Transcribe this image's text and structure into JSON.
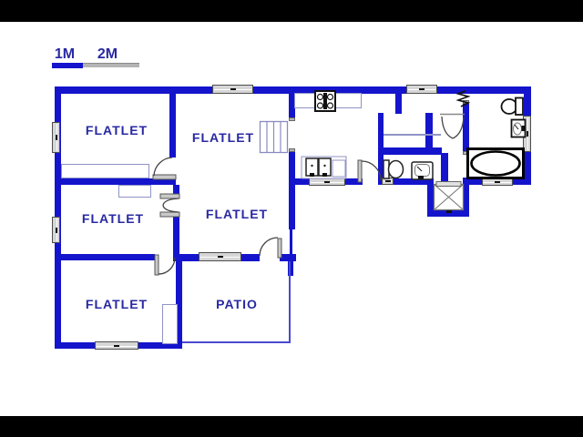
{
  "title": "floor plan",
  "colors": {
    "wall_blue": "#1414cc",
    "label_navy": "#2929a3",
    "thin_blue": "#8f93c6",
    "scale_gray": "#b4b4b4",
    "window_fill": "#d6d6d6",
    "letterbox_black": "#000000"
  },
  "scale_bar": {
    "labels": [
      {
        "text": "1M"
      },
      {
        "text": "2M"
      }
    ]
  },
  "rooms": [
    {
      "id": "flatlet-top-left",
      "label": "FLATLET"
    },
    {
      "id": "flatlet-top-mid",
      "label": "FLATLET"
    },
    {
      "id": "flatlet-mid-left",
      "label": "FLATLET"
    },
    {
      "id": "flatlet-mid",
      "label": "FLATLET"
    },
    {
      "id": "flatlet-bottom",
      "label": "FLATLET"
    },
    {
      "id": "patio",
      "label": "PATIO"
    }
  ],
  "fixtures": [
    "staircase",
    "stove",
    "kitchen-double-sink",
    "wc-toilet",
    "wc-basin",
    "bathroom-toilet",
    "bathroom-basin",
    "bathtub",
    "shower",
    "french-doors",
    "accordion-door",
    "double-swing-door"
  ]
}
